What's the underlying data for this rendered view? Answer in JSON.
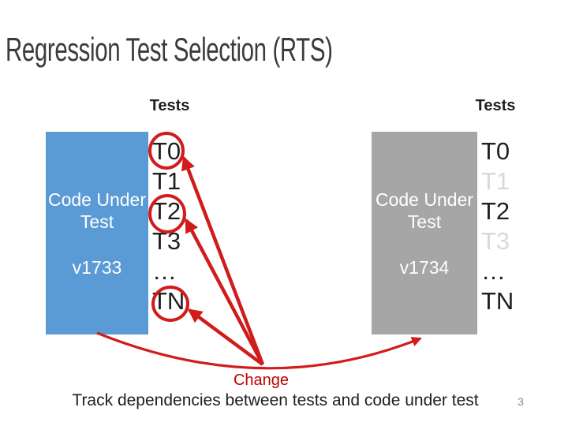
{
  "slide": {
    "title": "Regression Test Selection (RTS)"
  },
  "columns": {
    "left": {
      "tests_header": "Tests",
      "box_label": "Code Under Test",
      "version": "v1733",
      "tests": [
        "T0",
        "T1",
        "T2",
        "T3",
        "…",
        "TN"
      ],
      "circled_tests": [
        "T0",
        "T2",
        "TN"
      ]
    },
    "right": {
      "tests_header": "Tests",
      "box_label": "Code Under Test",
      "version": "v1734",
      "tests": [
        "T0",
        "T1",
        "T2",
        "T3",
        "…",
        "TN"
      ],
      "faded_tests": [
        "T1",
        "T3"
      ]
    }
  },
  "annotations": {
    "change_label": "Change"
  },
  "footer": {
    "caption": "Track dependencies between tests and code under test",
    "page_number": "3"
  },
  "colors": {
    "accent_blue": "#5B9BD5",
    "box_gray": "#A6A6A6",
    "arrow_red": "#D11C1C",
    "change_red": "#C00000",
    "faded_text": "#D9D9D9",
    "text_dark": "#1F1F1F",
    "title_gray": "#3B3B3B",
    "page_num_gray": "#8A8A8A"
  }
}
